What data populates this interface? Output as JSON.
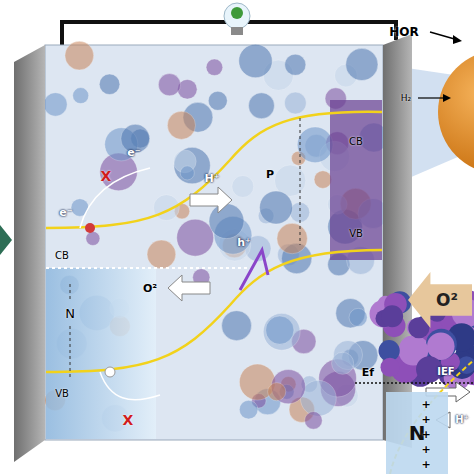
{
  "diagram": {
    "nodes": [
      {
        "text": [
          "O²"
        ]
      },
      {
        "text": [
          "N"
        ]
      }
    ],
    "labels": [
      "HOR",
      "H₂",
      "CB",
      "P",
      "VB",
      "e⁻",
      "e⁻",
      "X",
      "X",
      "H⁺",
      "CB",
      "O²",
      "N",
      "VB",
      "h⁺",
      "Ef",
      "IEF",
      "H⁺",
      "+",
      "+",
      "+",
      "+",
      "+"
    ]
  }
}
